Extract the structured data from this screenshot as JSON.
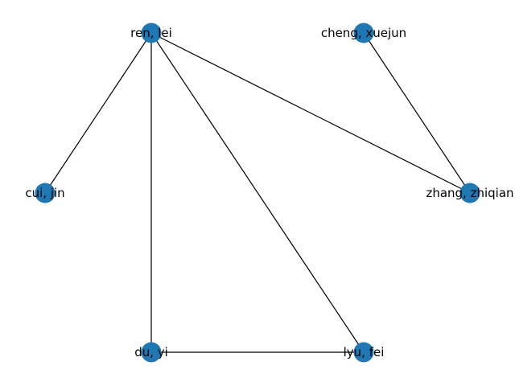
{
  "graph": {
    "node_color": "#1f77b4",
    "edge_color": "#000000",
    "nodes": [
      {
        "id": "ren_lei",
        "label": "ren, lei"
      },
      {
        "id": "cheng_xuejun",
        "label": "cheng, xuejun"
      },
      {
        "id": "cui_jin",
        "label": "cui, jin"
      },
      {
        "id": "zhang_zhiqian",
        "label": "zhang, zhiqian"
      },
      {
        "id": "du_yi",
        "label": "du, yi"
      },
      {
        "id": "lyu_fei",
        "label": "lyu, fei"
      }
    ],
    "edges": [
      {
        "source": "ren_lei",
        "target": "cui_jin"
      },
      {
        "source": "ren_lei",
        "target": "du_yi"
      },
      {
        "source": "ren_lei",
        "target": "lyu_fei"
      },
      {
        "source": "ren_lei",
        "target": "zhang_zhiqian"
      },
      {
        "source": "cheng_xuejun",
        "target": "zhang_zhiqian"
      },
      {
        "source": "du_yi",
        "target": "lyu_fei"
      }
    ]
  }
}
